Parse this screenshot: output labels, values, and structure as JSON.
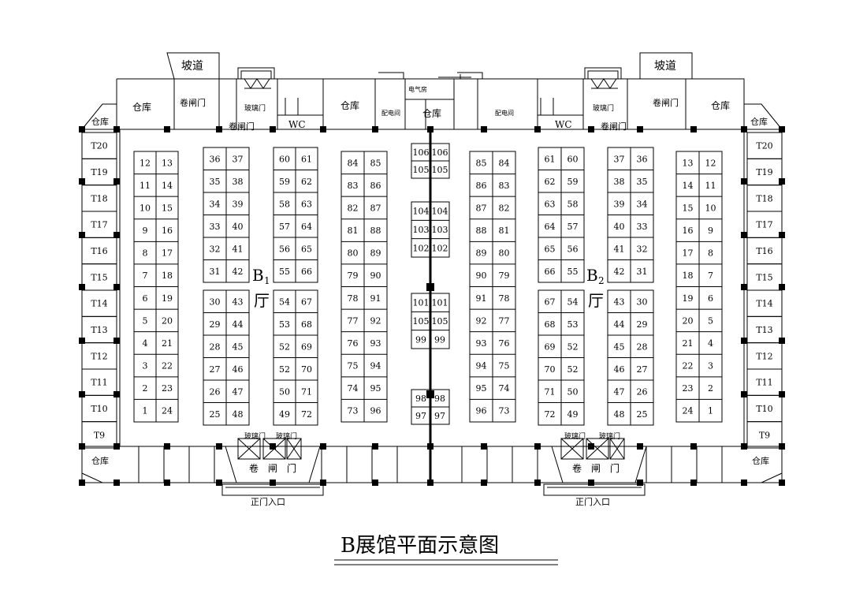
{
  "title": "B展馆平面示意图",
  "labels": {
    "ramp": "坡道",
    "warehouse": "仓库",
    "rolling_door": "卷闸门",
    "glass_door": "玻璃门",
    "wc": "WC",
    "power_room": "电气房",
    "distribution_room": "配电间",
    "main_entrance": "正门入口",
    "roll_gate_split": "卷　闸　门",
    "hall_b1_letter": "B",
    "hall_b1_num": "1",
    "hall_b2_letter": "B",
    "hall_b2_num": "2",
    "hall_char": "厅"
  },
  "booth_blocks": [
    {
      "id": "A",
      "rows": [
        [
          "12",
          "13"
        ],
        [
          "11",
          "14"
        ],
        [
          "10",
          "15"
        ],
        [
          "9",
          "16"
        ],
        [
          "8",
          "17"
        ],
        [
          "7",
          "18"
        ],
        [
          "6",
          "19"
        ],
        [
          "5",
          "20"
        ],
        [
          "4",
          "21"
        ],
        [
          "3",
          "22"
        ],
        [
          "2",
          "23"
        ],
        [
          "1",
          "24"
        ]
      ]
    },
    {
      "id": "B-top",
      "rows": [
        [
          "36",
          "37"
        ],
        [
          "35",
          "38"
        ],
        [
          "34",
          "39"
        ],
        [
          "33",
          "40"
        ],
        [
          "32",
          "41"
        ],
        [
          "31",
          "42"
        ]
      ]
    },
    {
      "id": "B-bot",
      "rows": [
        [
          "30",
          "43"
        ],
        [
          "29",
          "44"
        ],
        [
          "28",
          "45"
        ],
        [
          "27",
          "46"
        ],
        [
          "26",
          "47"
        ],
        [
          "25",
          "48"
        ]
      ]
    },
    {
      "id": "C-top",
      "rows": [
        [
          "60",
          "61"
        ],
        [
          "59",
          "62"
        ],
        [
          "58",
          "63"
        ],
        [
          "57",
          "64"
        ],
        [
          "56",
          "65"
        ],
        [
          "55",
          "66"
        ]
      ]
    },
    {
      "id": "C-bot",
      "rows": [
        [
          "54",
          "67"
        ],
        [
          "53",
          "68"
        ],
        [
          "52",
          "69"
        ],
        [
          "52",
          "70"
        ],
        [
          "50",
          "71"
        ],
        [
          "49",
          "72"
        ]
      ]
    },
    {
      "id": "D",
      "rows": [
        [
          "84",
          "85"
        ],
        [
          "83",
          "86"
        ],
        [
          "82",
          "87"
        ],
        [
          "81",
          "88"
        ],
        [
          "80",
          "89"
        ],
        [
          "79",
          "90"
        ],
        [
          "78",
          "91"
        ],
        [
          "77",
          "92"
        ],
        [
          "76",
          "93"
        ],
        [
          "75",
          "94"
        ],
        [
          "74",
          "95"
        ],
        [
          "73",
          "96"
        ]
      ]
    },
    {
      "id": "E1",
      "rows": [
        [
          "106",
          "106"
        ],
        [
          "105",
          "105"
        ]
      ]
    },
    {
      "id": "E2",
      "rows": [
        [
          "104",
          "104"
        ],
        [
          "103",
          "103"
        ],
        [
          "102",
          "102"
        ]
      ]
    },
    {
      "id": "E3",
      "rows": [
        [
          "101",
          "101"
        ],
        [
          "105",
          "105"
        ],
        [
          "99",
          "99"
        ]
      ]
    },
    {
      "id": "E4",
      "rows": [
        [
          "98",
          "98"
        ],
        [
          "97",
          "97"
        ]
      ]
    },
    {
      "id": "F",
      "rows": [
        [
          "85",
          "84"
        ],
        [
          "86",
          "83"
        ],
        [
          "87",
          "82"
        ],
        [
          "88",
          "81"
        ],
        [
          "89",
          "80"
        ],
        [
          "90",
          "79"
        ],
        [
          "91",
          "78"
        ],
        [
          "92",
          "77"
        ],
        [
          "93",
          "76"
        ],
        [
          "94",
          "75"
        ],
        [
          "95",
          "74"
        ],
        [
          "96",
          "73"
        ]
      ]
    },
    {
      "id": "G-top",
      "rows": [
        [
          "61",
          "60"
        ],
        [
          "62",
          "59"
        ],
        [
          "63",
          "58"
        ],
        [
          "64",
          "57"
        ],
        [
          "65",
          "56"
        ],
        [
          "66",
          "55"
        ]
      ]
    },
    {
      "id": "G-bot",
      "rows": [
        [
          "67",
          "54"
        ],
        [
          "68",
          "53"
        ],
        [
          "69",
          "52"
        ],
        [
          "70",
          "52"
        ],
        [
          "71",
          "50"
        ],
        [
          "72",
          "49"
        ]
      ]
    },
    {
      "id": "H-top",
      "rows": [
        [
          "37",
          "36"
        ],
        [
          "38",
          "35"
        ],
        [
          "39",
          "34"
        ],
        [
          "40",
          "33"
        ],
        [
          "41",
          "32"
        ],
        [
          "42",
          "31"
        ]
      ]
    },
    {
      "id": "H-bot",
      "rows": [
        [
          "43",
          "30"
        ],
        [
          "44",
          "29"
        ],
        [
          "45",
          "28"
        ],
        [
          "46",
          "27"
        ],
        [
          "47",
          "26"
        ],
        [
          "48",
          "25"
        ]
      ]
    },
    {
      "id": "I",
      "rows": [
        [
          "13",
          "12"
        ],
        [
          "14",
          "11"
        ],
        [
          "15",
          "10"
        ],
        [
          "16",
          "9"
        ],
        [
          "17",
          "8"
        ],
        [
          "18",
          "7"
        ],
        [
          "19",
          "6"
        ],
        [
          "20",
          "5"
        ],
        [
          "21",
          "4"
        ],
        [
          "22",
          "3"
        ],
        [
          "23",
          "2"
        ],
        [
          "24",
          "1"
        ]
      ]
    }
  ],
  "side_booths": [
    "T20",
    "T19",
    "T18",
    "T17",
    "T16",
    "T15",
    "T14",
    "T13",
    "T12",
    "T11",
    "T10",
    "T9"
  ]
}
